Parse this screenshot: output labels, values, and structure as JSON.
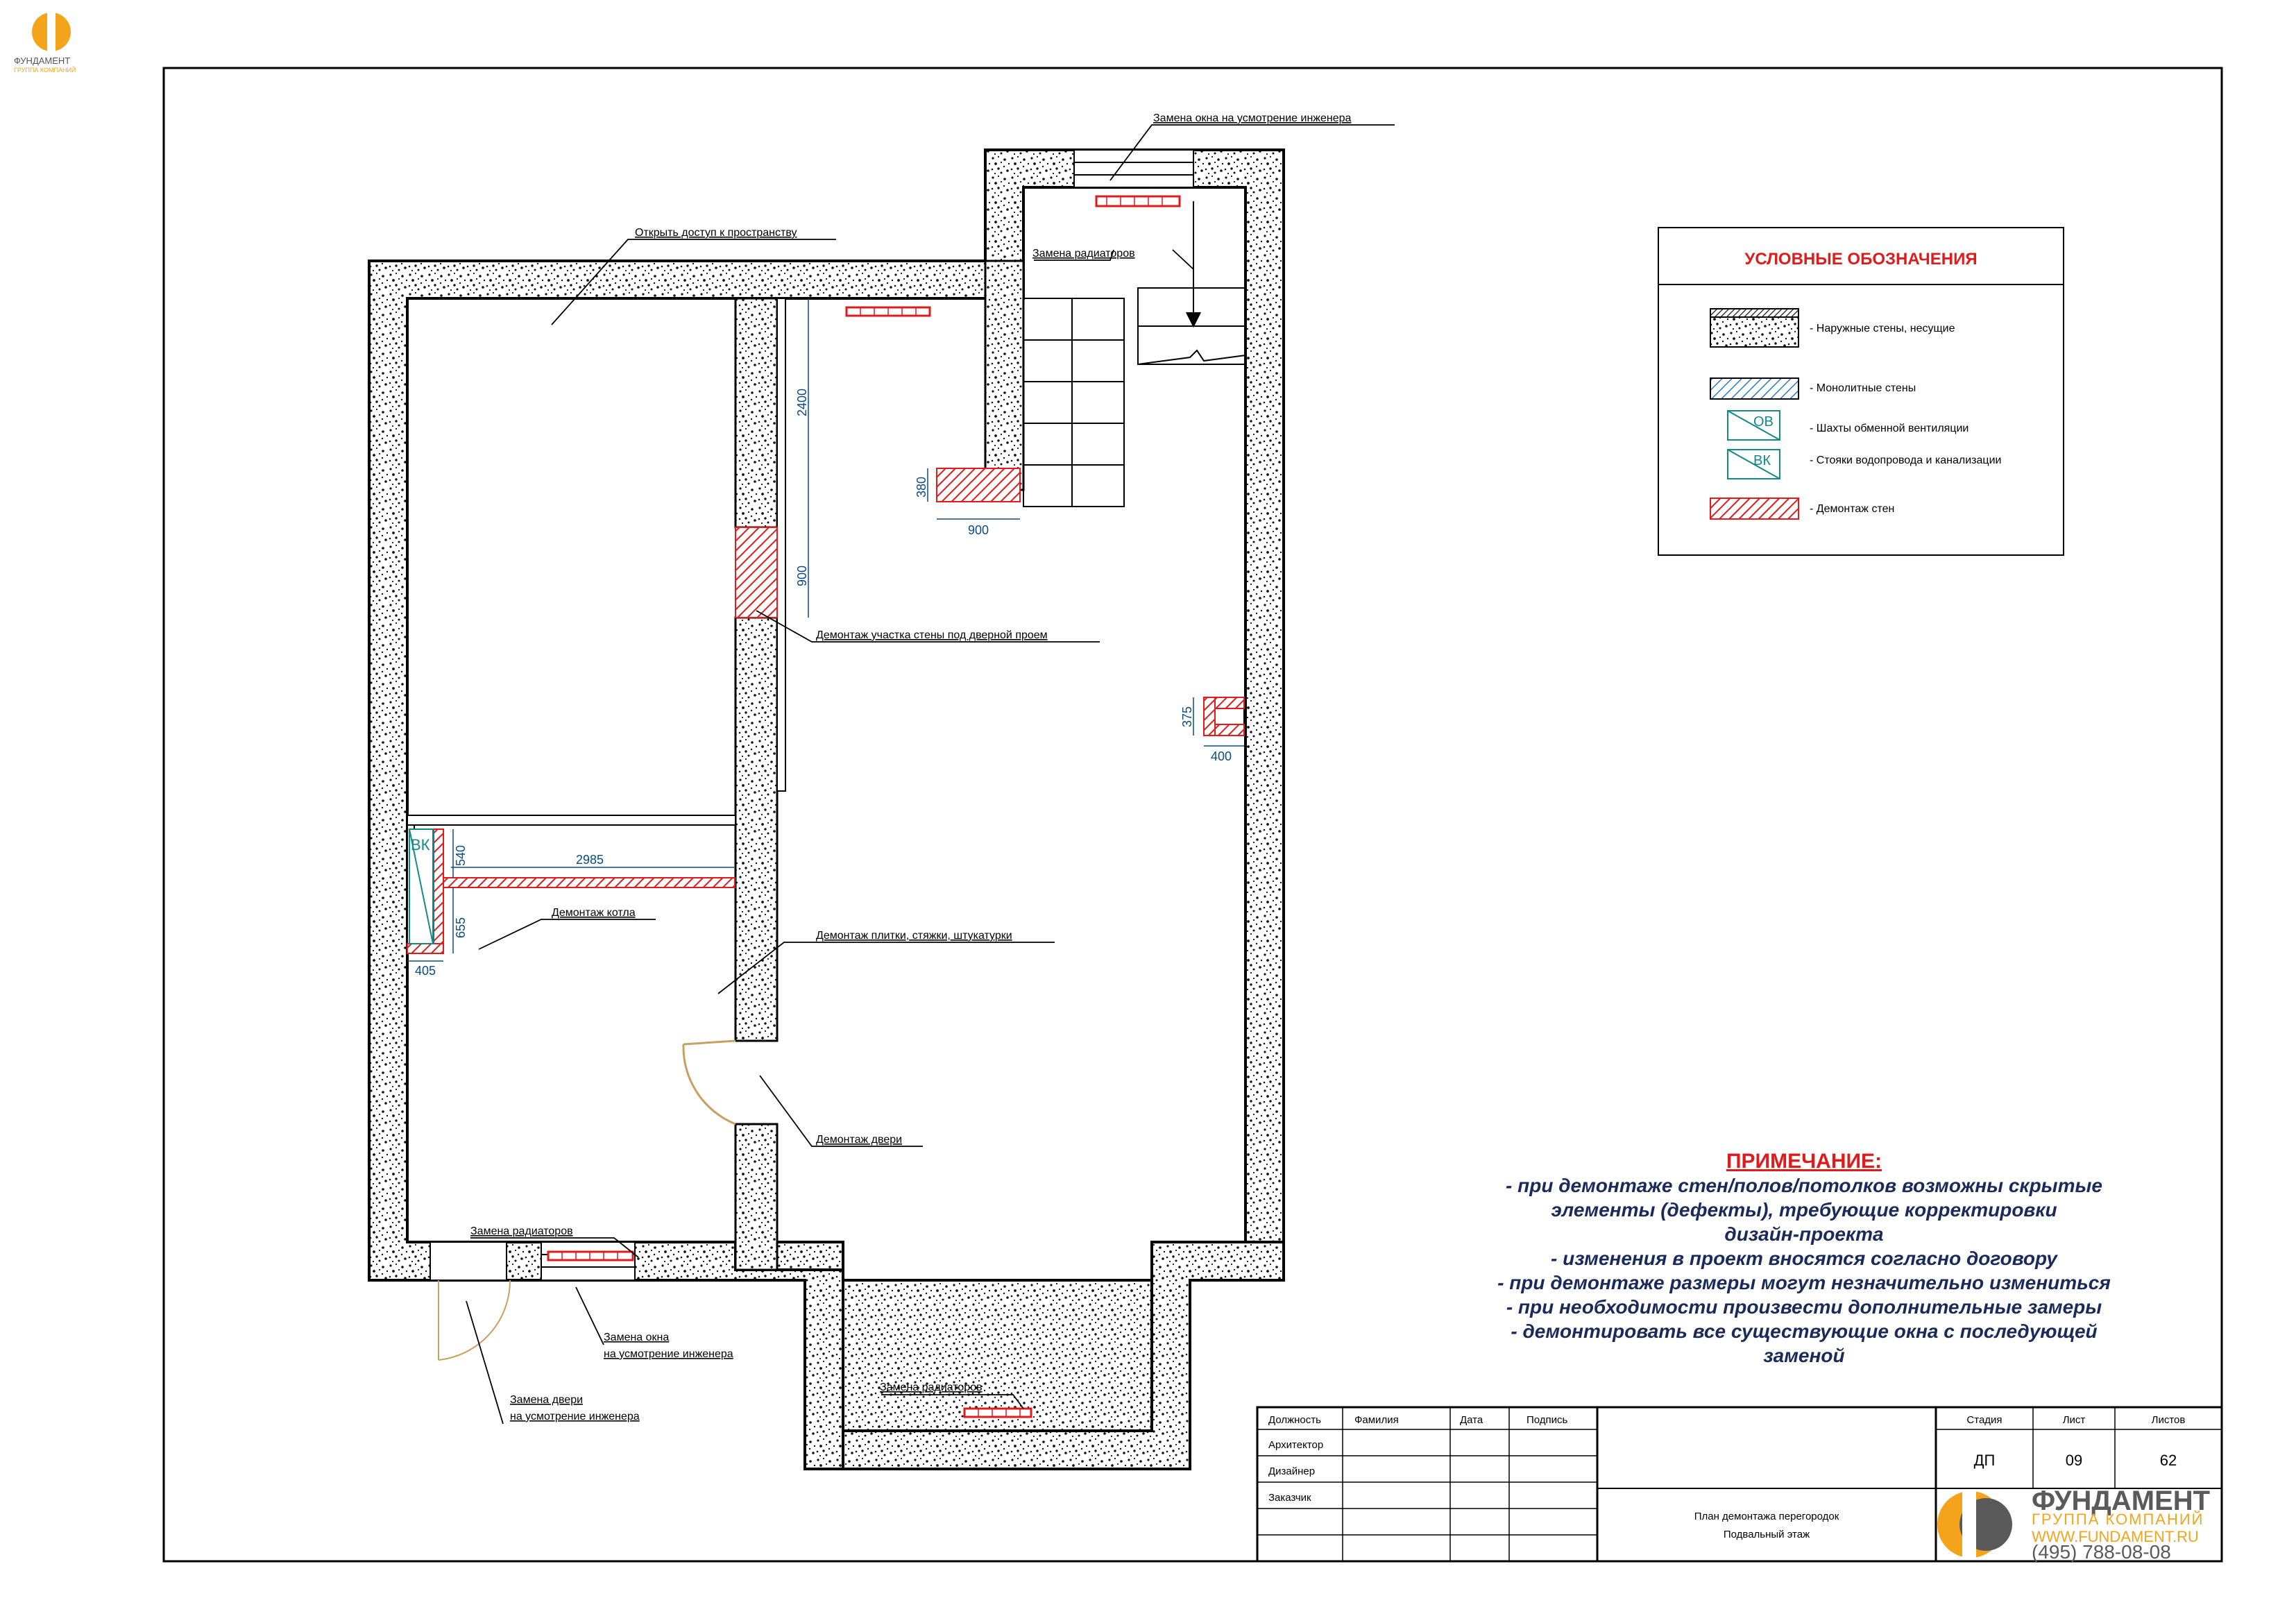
{
  "logo_top": {
    "line1": "ФУНДАМЕНТ",
    "line2": "ГРУППА КОМПАНИЙ"
  },
  "labels": {
    "open_access": "Открыть доступ к пространству",
    "window_top": "Замена окна на усмотрение инженера",
    "radiators_top": "Замена радиаторов",
    "wall_demolition_door": "Демонтаж участка стены под дверной проем",
    "boiler": "Демонтаж котла",
    "tiles": "Демонтаж плитки, стяжки, штукатурки",
    "door_demolition": "Демонтаж двери",
    "radiators_left": "Замена радиаторов",
    "window_bottom_1": "Замена окна",
    "window_bottom_2": "на усмотрение инженера",
    "door_replace_1": "Замена двери",
    "door_replace_2": "на усмотрение инженера",
    "radiators_bottom": "Замена радиаторов"
  },
  "dimensions": {
    "d2400": "2400",
    "d900v": "900",
    "d380": "380",
    "d900h": "900",
    "d375": "375",
    "d400": "400",
    "d540": "540",
    "d2985": "2985",
    "d655": "655",
    "d405": "405"
  },
  "shaft_label": "ВК",
  "legend": {
    "title": "УСЛОВНЫЕ ОБОЗНАЧЕНИЯ",
    "items": [
      "- Наружные стены, несущие",
      "- Монолитные стены",
      "- Шахты обменной вентиляции",
      "- Стояки водопровода и канализации",
      "- Демонтаж стен"
    ],
    "ov": "ОВ",
    "vk": "ВК"
  },
  "note": {
    "title": "ПРИМЕЧАНИЕ:",
    "lines": [
      "- при демонтаже стен/полов/потолков возможны скрытые",
      "элементы (дефекты), требующие корректировки",
      "дизайн-проекта",
      "- изменения в проект вносятся согласно договору",
      "- при демонтаже размеры могут незначительно измениться",
      "- при необходимости произвести дополнительные замеры",
      "- демонтировать все существующие окна с последующей",
      "заменой"
    ]
  },
  "title_block": {
    "headers": [
      "Должность",
      "Фамилия",
      "Дата",
      "Подпись"
    ],
    "roles": [
      "Архитектор",
      "Дизайнер",
      "Заказчик"
    ],
    "stage_header": "Стадия",
    "sheet_header": "Лист",
    "sheets_header": "Листов",
    "stage": "ДП",
    "sheet": "09",
    "sheets": "62",
    "drawing_title_1": "План демонтажа перегородок",
    "drawing_title_2": "Подвальный этаж",
    "company_1": "ФУНДАМЕНТ",
    "company_2": "ГРУППА КОМПАНИЙ",
    "website": "WWW.FUNDAMENT.RU",
    "phone": "(495) 788-08-08"
  },
  "colors": {
    "accent_red": "#e01b1b",
    "dim_blue": "#0a4a80",
    "logo_orange": "#f3a41b",
    "logo_gray": "#5a5a5a",
    "shaft_teal": "#138a8a"
  }
}
